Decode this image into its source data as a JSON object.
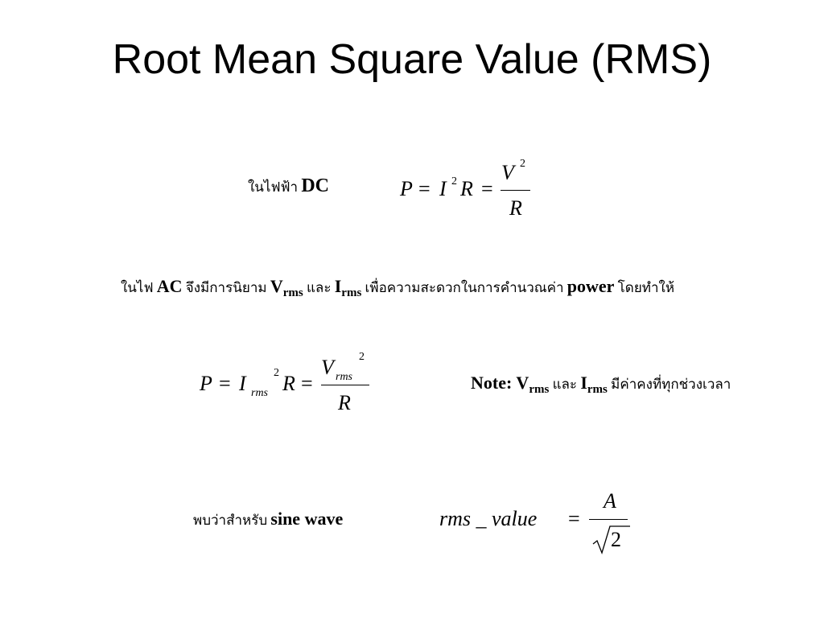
{
  "slide": {
    "title": "Root Mean Square Value (RMS)"
  },
  "dc": {
    "label_thai": "ในไฟฟ้า ",
    "label_dc": "DC",
    "formula": {
      "P": "P",
      "eq1": "=",
      "I": "I",
      "sup1": "2",
      "R": "R",
      "eq2": "=",
      "V": "V",
      "sup2": "2",
      "den": "R"
    }
  },
  "ac": {
    "t1": "ในไฟ ",
    "ac": "AC",
    "t2": " จึงมีการนิยาม ",
    "v": "V",
    "v_sub": "rms",
    "t3": " และ ",
    "i": "I",
    "i_sub": "rms",
    "t4": " เพื่อความสะดวกในการคำนวณค่า ",
    "power": "power",
    "t5": " โดยทำให้"
  },
  "rms_formula": {
    "P": "P",
    "eq1": "=",
    "I": "I",
    "I_sub": "rms",
    "sup1": "2",
    "R": "R",
    "eq2": "=",
    "V": "V",
    "V_sub": "rms",
    "sup2": "2",
    "den": "R"
  },
  "note": {
    "label": "Note: ",
    "v": "V",
    "v_sub": "rms",
    "t1": " และ ",
    "i": "I",
    "i_sub": "rms",
    "t2": " มีค่าคงที่ทุกช่วงเวลา"
  },
  "sine": {
    "thai": "พบว่าสำหรับ ",
    "wave": "sine wave",
    "formula": {
      "lhs": "rms _ value",
      "eq": "=",
      "num": "A",
      "den": "2"
    }
  }
}
